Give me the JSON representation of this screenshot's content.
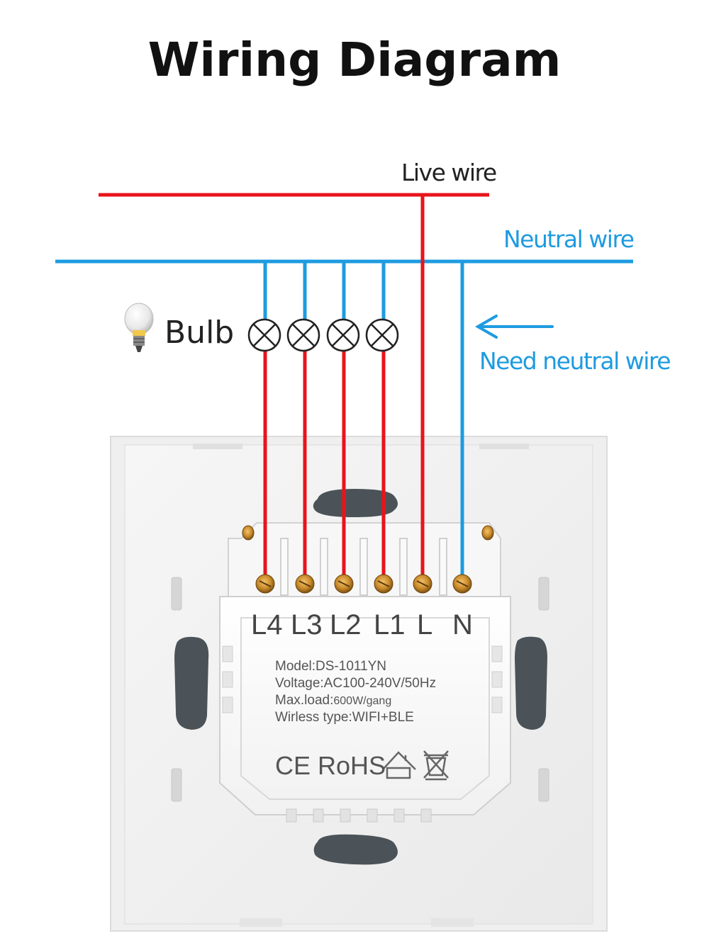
{
  "title": "Wiring Diagram",
  "wires": {
    "live_label": "Live wire",
    "neutral_label": "Neutral wire",
    "need_neutral_label": "Need neutral wire",
    "live_color": "#e8141c",
    "neutral_color": "#1e9be0"
  },
  "bulb": {
    "label": "Bulb",
    "icon": "light-bulb-icon",
    "load_symbols": [
      "lamp-symbol",
      "lamp-symbol",
      "lamp-symbol",
      "lamp-symbol"
    ]
  },
  "terminals": [
    "L4",
    "L3",
    "L2",
    "L1",
    "L",
    "N"
  ],
  "device": {
    "model": "Model:DS-1011YN",
    "voltage": "Voltage:AC100-240V/50Hz",
    "max_load_prefix": "Max.load:",
    "max_load_value": "600W/gang",
    "wireless": "Wirless type:WIFI+BLE",
    "certifications": "CE RoHS",
    "cert_icons": [
      "house-icon",
      "crossed-bin-icon"
    ]
  }
}
